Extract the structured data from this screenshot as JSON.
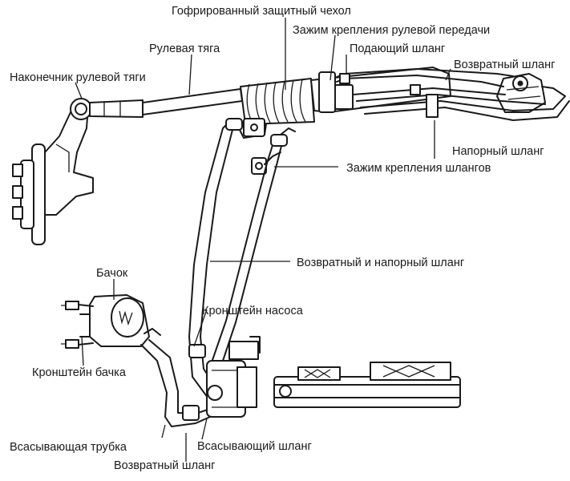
{
  "labels": {
    "corrugated_boot": "Гофрированный защитный чехол",
    "steering_gear_clamp": "Зажим крепления рулевой передачи",
    "tie_rod": "Рулевая тяга",
    "supply_hose": "Подающий шланг",
    "return_hose_top": "Возвратный шланг",
    "tie_rod_end": "Наконечник рулевой тяги",
    "pressure_hose": "Напорный  шланг",
    "hose_clamp": "Зажим крепления шлангов",
    "return_and_pressure_hose": "Возвратный и напорный шланг",
    "reservoir": "Бачок",
    "pump_bracket": "Кронштейн насоса",
    "reservoir_bracket": "Кронштейн бачка",
    "suction_pipe": "Всасывающая трубка",
    "suction_hose": "Всасывающий шланг",
    "return_hose_bottom": "Возвратный шланг"
  },
  "colors": {
    "ink": "#1a1a1a",
    "background": "#ffffff"
  }
}
